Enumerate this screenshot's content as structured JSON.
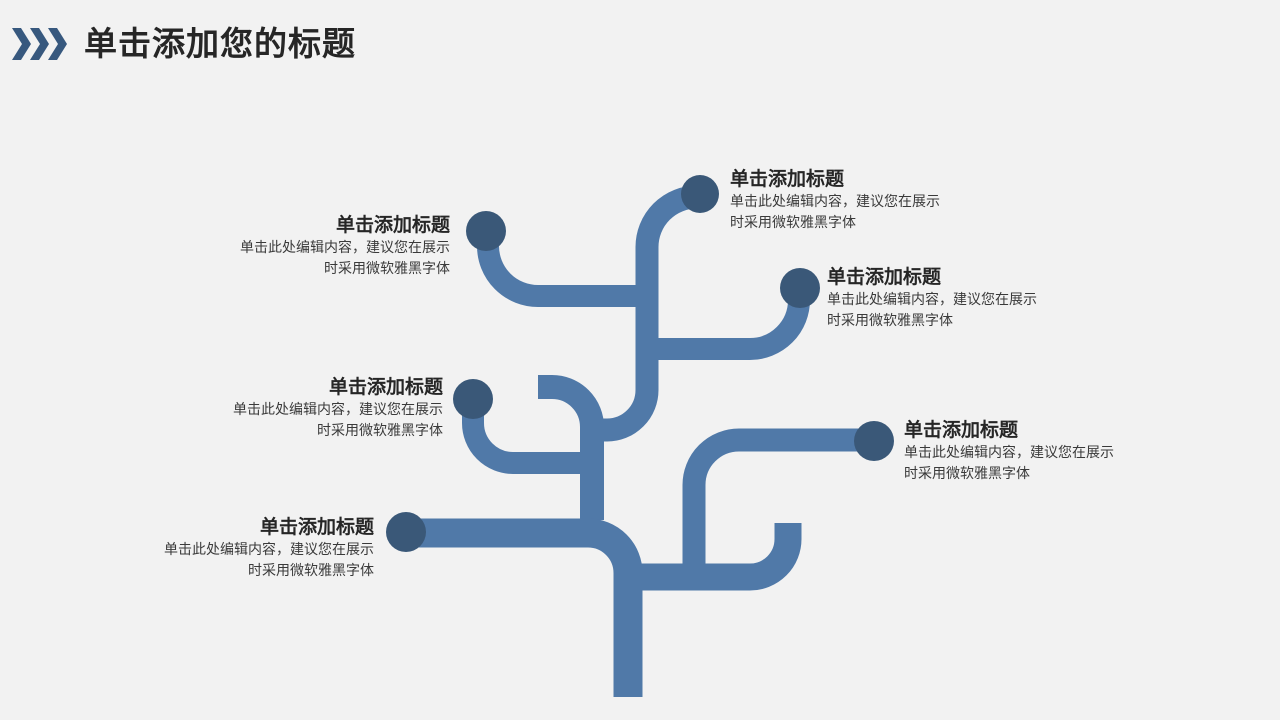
{
  "header": {
    "icon": "triple-chevron-right-icon",
    "title": "单击添加您的标题"
  },
  "colors": {
    "background": "#f2f2f2",
    "branch": "#5079a8",
    "node_circle": "#3a5878",
    "chevron": "#37587e",
    "title_text": "#262626",
    "body_text": "#3a3a3a"
  },
  "nodes": [
    {
      "title": "单击添加标题",
      "desc_line1": "单击此处编辑内容，建议您在展示",
      "desc_line2": "时采用微软雅黑字体"
    },
    {
      "title": "单击添加标题",
      "desc_line1": "单击此处编辑内容，建议您在展示",
      "desc_line2": "时采用微软雅黑字体"
    },
    {
      "title": "单击添加标题",
      "desc_line1": "单击此处编辑内容，建议您在展示",
      "desc_line2": "时采用微软雅黑字体"
    },
    {
      "title": "单击添加标题",
      "desc_line1": "单击此处编辑内容，建议您在展示",
      "desc_line2": "时采用微软雅黑字体"
    },
    {
      "title": "单击添加标题",
      "desc_line1": "单击此处编辑内容，建议您在展示",
      "desc_line2": "时采用微软雅黑字体"
    },
    {
      "title": "单击添加标题",
      "desc_line1": "单击此处编辑内容，建议您在展示",
      "desc_line2": "时采用微软雅黑字体"
    }
  ]
}
